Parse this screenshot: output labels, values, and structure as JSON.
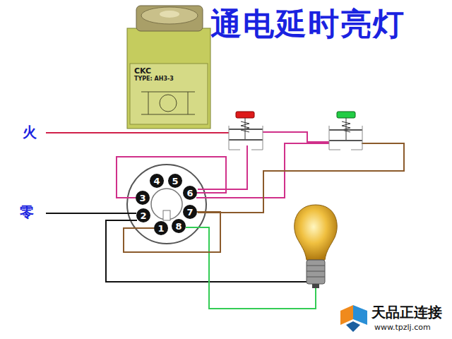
{
  "diagram": {
    "title": "通电延时亮灯",
    "nodes": [
      {
        "text": [
          "1"
        ]
      },
      {
        "text": [
          "2"
        ]
      },
      {
        "text": [
          "3"
        ]
      },
      {
        "text": [
          "4"
        ]
      },
      {
        "text": [
          "5"
        ]
      },
      {
        "text": [
          "6"
        ]
      },
      {
        "text": [
          "7"
        ]
      },
      {
        "text": [
          "8"
        ]
      }
    ],
    "edges": [
      {
        "from": 2,
        "to": 5,
        "arrow": "none"
      },
      {
        "from": 0,
        "to": 6,
        "arrow": "none"
      }
    ],
    "labels": [
      "CKC",
      "TYPE: AH3-3",
      "火",
      "零",
      "天品正连接",
      "www.tpzlj.com"
    ]
  }
}
